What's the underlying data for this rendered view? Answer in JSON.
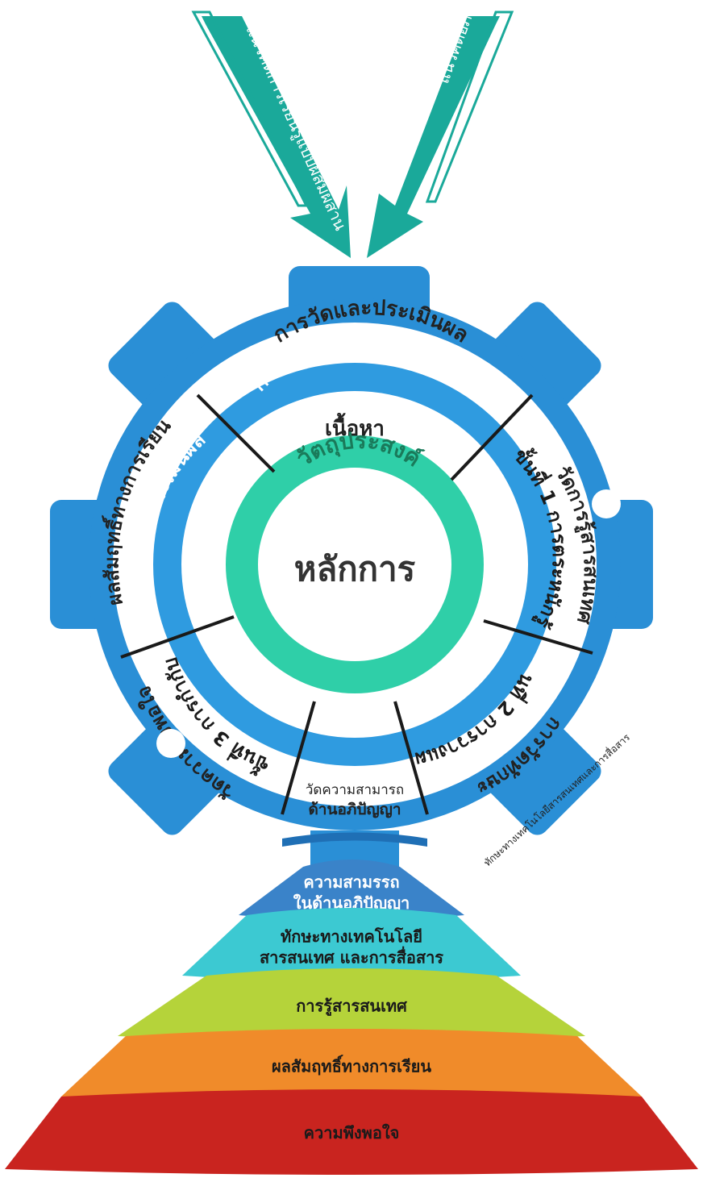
{
  "arrows": {
    "left": "แนวคิดการเรียนรู้แบบผสมผสาน",
    "right": "แนวคิดอภิปัญญา"
  },
  "center": {
    "label": "หลักการ"
  },
  "rings": {
    "objective": "วัตถุประสงค์",
    "content": "เนื้อหา",
    "activities": "กิจกรรมการเรียนการสอน",
    "evaluation": "การวัดและประเมินผล"
  },
  "steps": {
    "step1": "ขั้นที่ 1 การตระหนักรู้",
    "step2": "ขั้นที่ 2 การวางแผน",
    "step3": "ขั้นที่ 3 การกำกับ",
    "step4": "ขั้นที่ 4 การประเมินผล"
  },
  "measures": {
    "info_literacy": "วัดการรู้สารสนเทศ",
    "skills": "การวัดทักษะ",
    "skills_note": "ทักษะทางเทคโนโลยีสารสนเทศและการสื่อสาร",
    "metacognition_line1": "วัดความสามารถ",
    "metacognition_line2": "ด้านอภิปัญญา",
    "satisfaction": "วัดความพึงพอใจ",
    "achievement": "ผลสัมฤทธิ์ทางการเรียน"
  },
  "pyramid": [
    {
      "line1": "ความสามรรถ",
      "line2": "ในด้านอภิปัญญา",
      "color": "#3a83c9"
    },
    {
      "line1": "ทักษะทางเทคโนโลยี",
      "line2": "สารสนเทศ และการสื่อสาร",
      "color": "#3cc9d2"
    },
    {
      "line1": "การรู้สารสนเทศ",
      "line2": "",
      "color": "#b5d33a"
    },
    {
      "line1": "ผลสัมฤทธิ์ทางการเรียน",
      "line2": "",
      "color": "#f08b2a"
    },
    {
      "line1": "ความพึงพอใจ",
      "line2": "",
      "color": "#c9241f"
    }
  ],
  "colors": {
    "gear": "#2a8fd6",
    "gear_dark": "#1f6fb5",
    "inner_ring": "#2fcfa8",
    "arrow": "#1aa99a",
    "divider": "#1a1a1a"
  }
}
